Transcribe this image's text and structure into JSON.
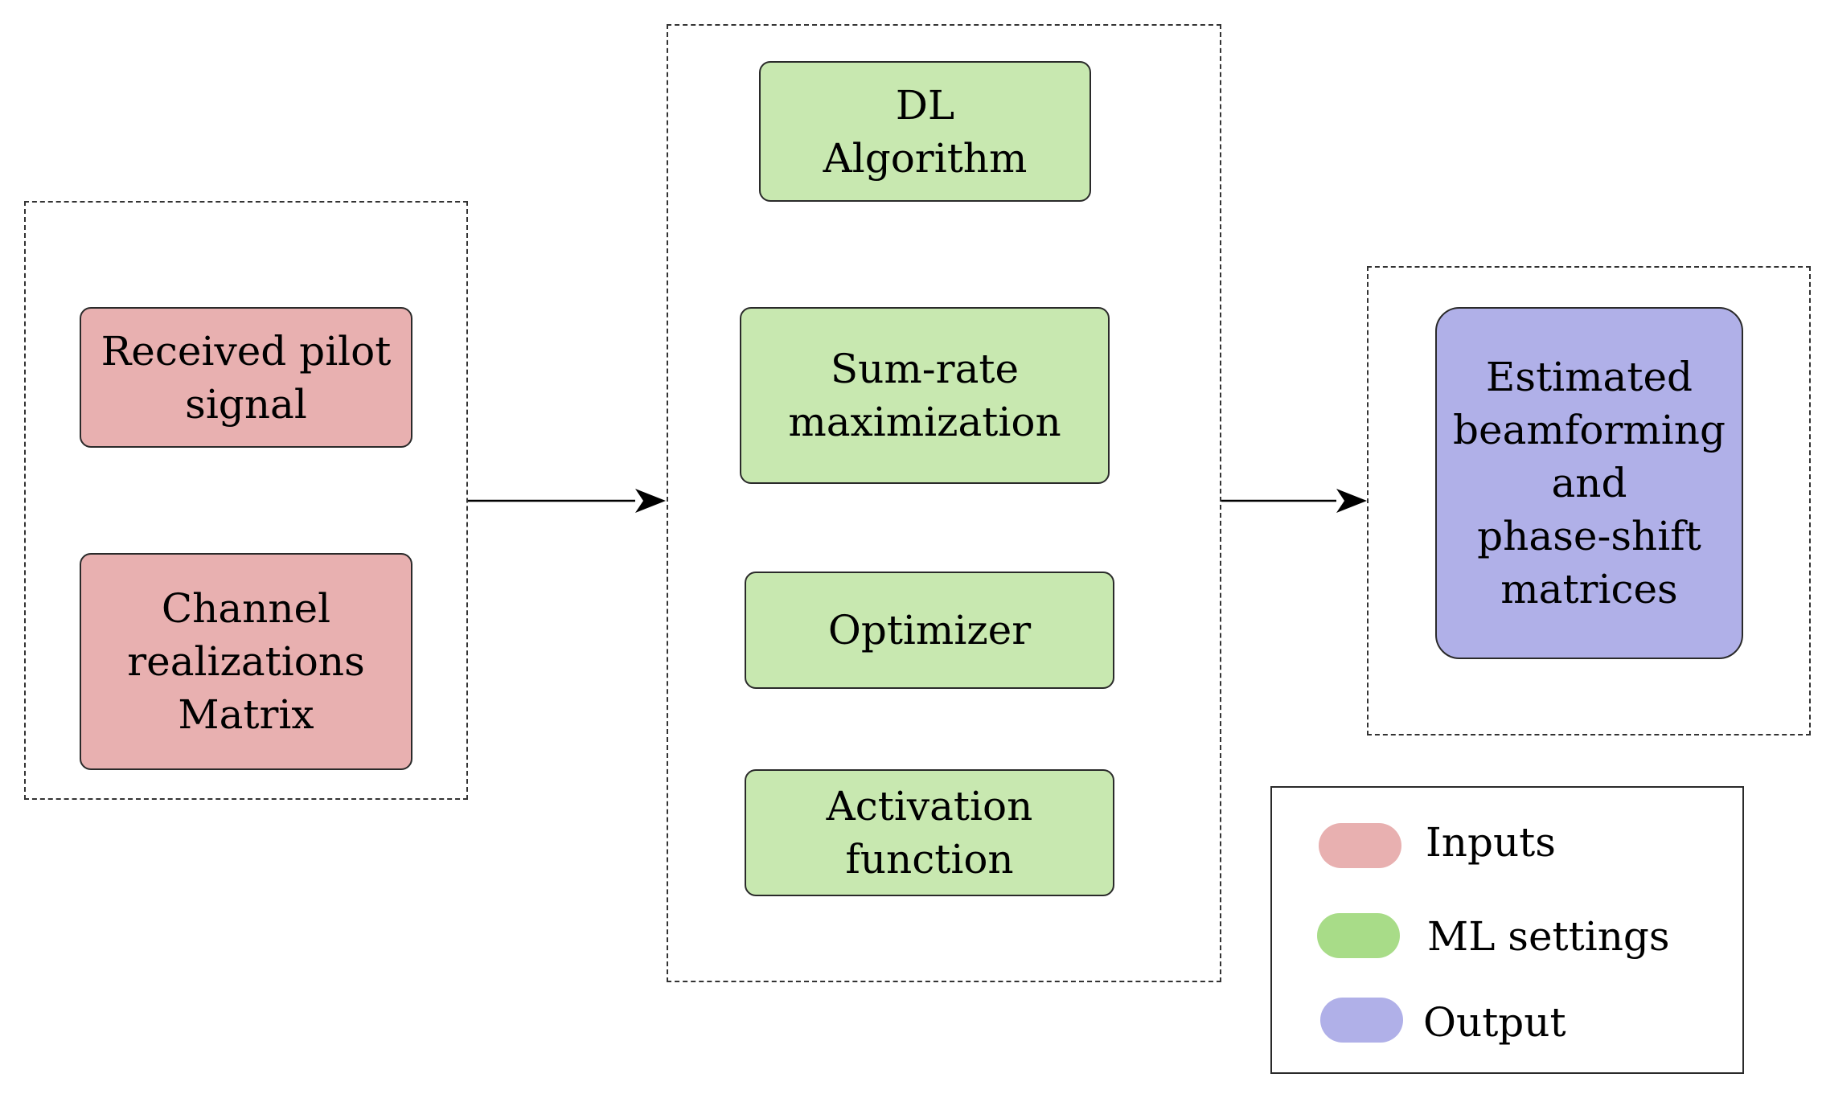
{
  "colors": {
    "input": "#e8b0b0",
    "ml": "#c8e8b0",
    "output": "#b0b0e8",
    "legend_input": "#e8b0b0",
    "legend_ml": "#a8dc88",
    "legend_output": "#b0b0e8"
  },
  "inputs": {
    "items": [
      {
        "label": "Received pilot\nsignal"
      },
      {
        "label": "Channel\nrealizations\nMatrix"
      }
    ]
  },
  "ml_settings": {
    "items": [
      {
        "label": "DL\nAlgorithm"
      },
      {
        "label": "Sum-rate\nmaximization"
      },
      {
        "label": "Optimizer"
      },
      {
        "label": "Activation\nfunction"
      }
    ]
  },
  "output": {
    "label": "Estimated\nbeamforming\nand\nphase-shift\nmatrices"
  },
  "legend": {
    "items": [
      {
        "label": "Inputs"
      },
      {
        "label": "ML settings"
      },
      {
        "label": "Output"
      }
    ]
  }
}
